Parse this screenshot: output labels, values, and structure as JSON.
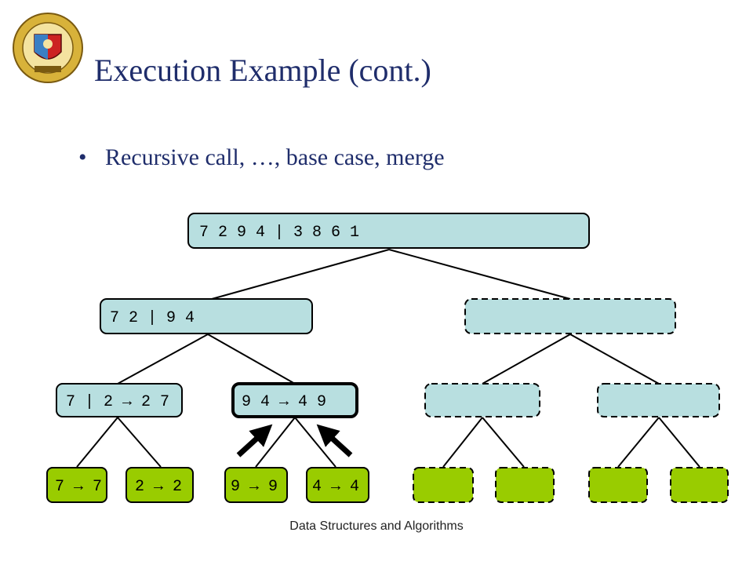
{
  "slide": {
    "title": "Execution Example (cont.)",
    "bullet": "Recursive call, …, base case, merge",
    "footer": "Data Structures and Algorithms"
  },
  "colors": {
    "title": "#1f2d6b",
    "node_fill": "#b8dfe0",
    "leaf_fill": "#99cc00",
    "stroke": "#000000"
  },
  "tree": {
    "root": "7 2 9 4 | 3 8 6 1",
    "l1_left": "7 2 | 9 4",
    "l1_right": "",
    "l2_a": "7 | 2 → 2 7",
    "l2_b": "9 4  → 4 9",
    "l2_c": "",
    "l2_d": "",
    "leaf_1": "7 → 7",
    "leaf_2": "2 → 2",
    "leaf_3": "9 → 9",
    "leaf_4": "4 → 4",
    "leaf_5": "",
    "leaf_6": "",
    "leaf_7": "",
    "leaf_8": ""
  }
}
